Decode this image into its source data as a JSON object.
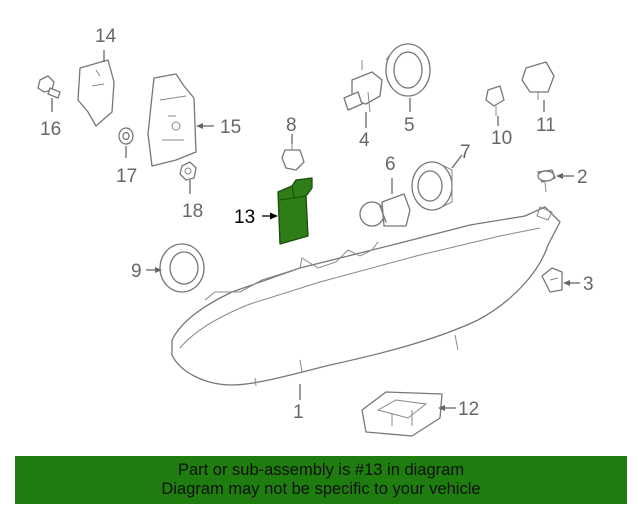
{
  "diagram": {
    "highlight_color": "#2e7d17",
    "callouts": {
      "c1": "1",
      "c2": "2",
      "c3": "3",
      "c4": "4",
      "c5": "5",
      "c6": "6",
      "c7": "7",
      "c8": "8",
      "c9": "9",
      "c10": "10",
      "c11": "11",
      "c12": "12",
      "c13": "13",
      "c14": "14",
      "c15": "15",
      "c16": "16",
      "c17": "17",
      "c18": "18"
    }
  },
  "banner": {
    "line1": "Part or sub-assembly is #13 in diagram",
    "line2": "Diagram may not be specific to your vehicle",
    "background": "#1e7d0e"
  }
}
